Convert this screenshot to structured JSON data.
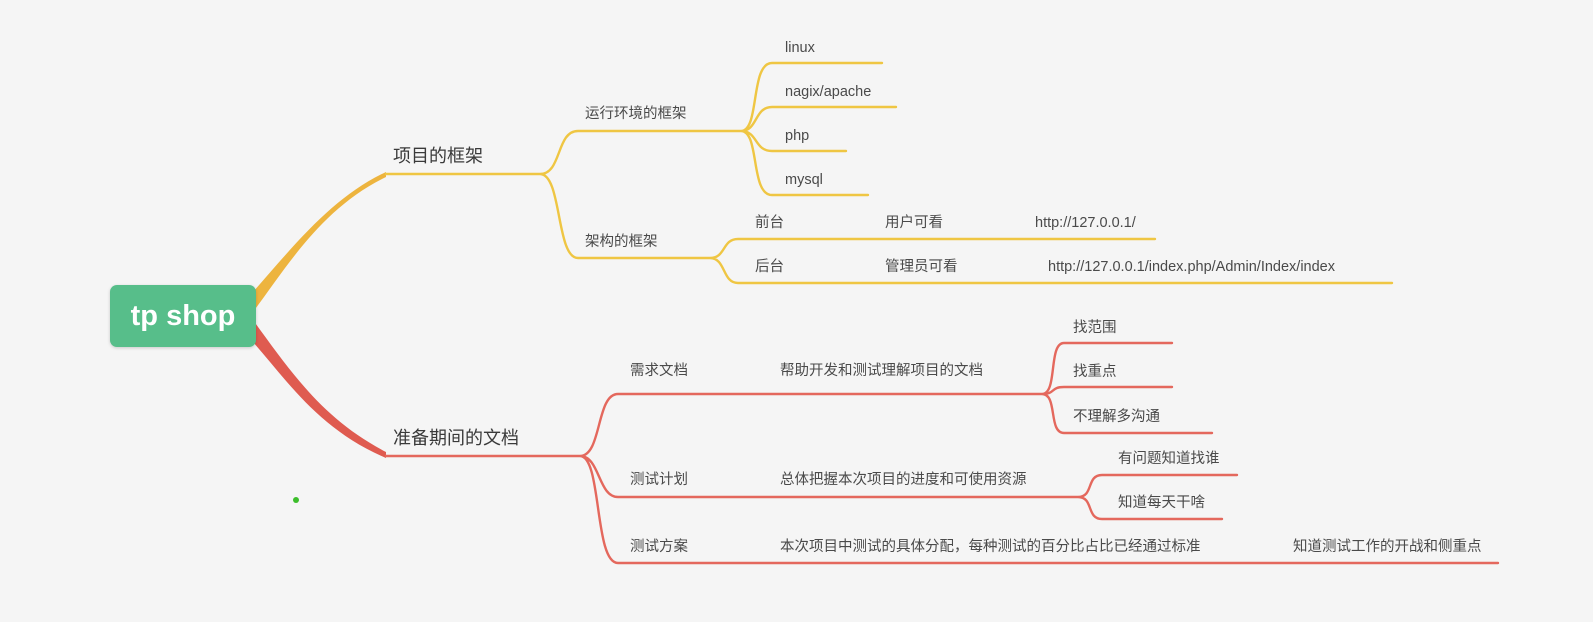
{
  "palette": {
    "background": "#f5f5f5",
    "root_fill": "#57BE8A",
    "root_text": "#ffffff",
    "yellow_line": "#EFC643",
    "yellow_trunk": "#EDB43E",
    "red_line": "#E4685D",
    "red_trunk": "#DF5B50",
    "text_dark": "#3a3a3a",
    "text": "#4a4a4a",
    "dot_green": "#3CBE2B"
  },
  "root": {
    "label": "tp shop"
  },
  "framework": {
    "label": "项目的框架",
    "runtime": {
      "label": "运行环境的框架",
      "linux": "linux",
      "nagix": "nagix/apache",
      "php": "php",
      "mysql": "mysql"
    },
    "architecture": {
      "label": "架构的框架",
      "frontend": {
        "label": "前台",
        "desc": "用户可看",
        "url": "http://127.0.0.1/"
      },
      "backend": {
        "label": "后台",
        "desc": "管理员可看",
        "url": "http://127.0.0.1/index.php/Admin/Index/index"
      }
    }
  },
  "docs": {
    "label": "准备期间的文档",
    "requirement": {
      "label": "需求文档",
      "desc": "帮助开发和测试理解项目的文档",
      "scope": "找范围",
      "focus": "找重点",
      "communicate": "不理解多沟通"
    },
    "plan": {
      "label": "测试计划",
      "desc": "总体把握本次项目的进度和可使用资源",
      "who": "有问题知道找谁",
      "daily": "知道每天干啥"
    },
    "scheme": {
      "label": "测试方案",
      "desc": "本次项目中测试的具体分配，每种测试的百分比占比已经通过标准",
      "note": "知道测试工作的开战和侧重点"
    }
  }
}
